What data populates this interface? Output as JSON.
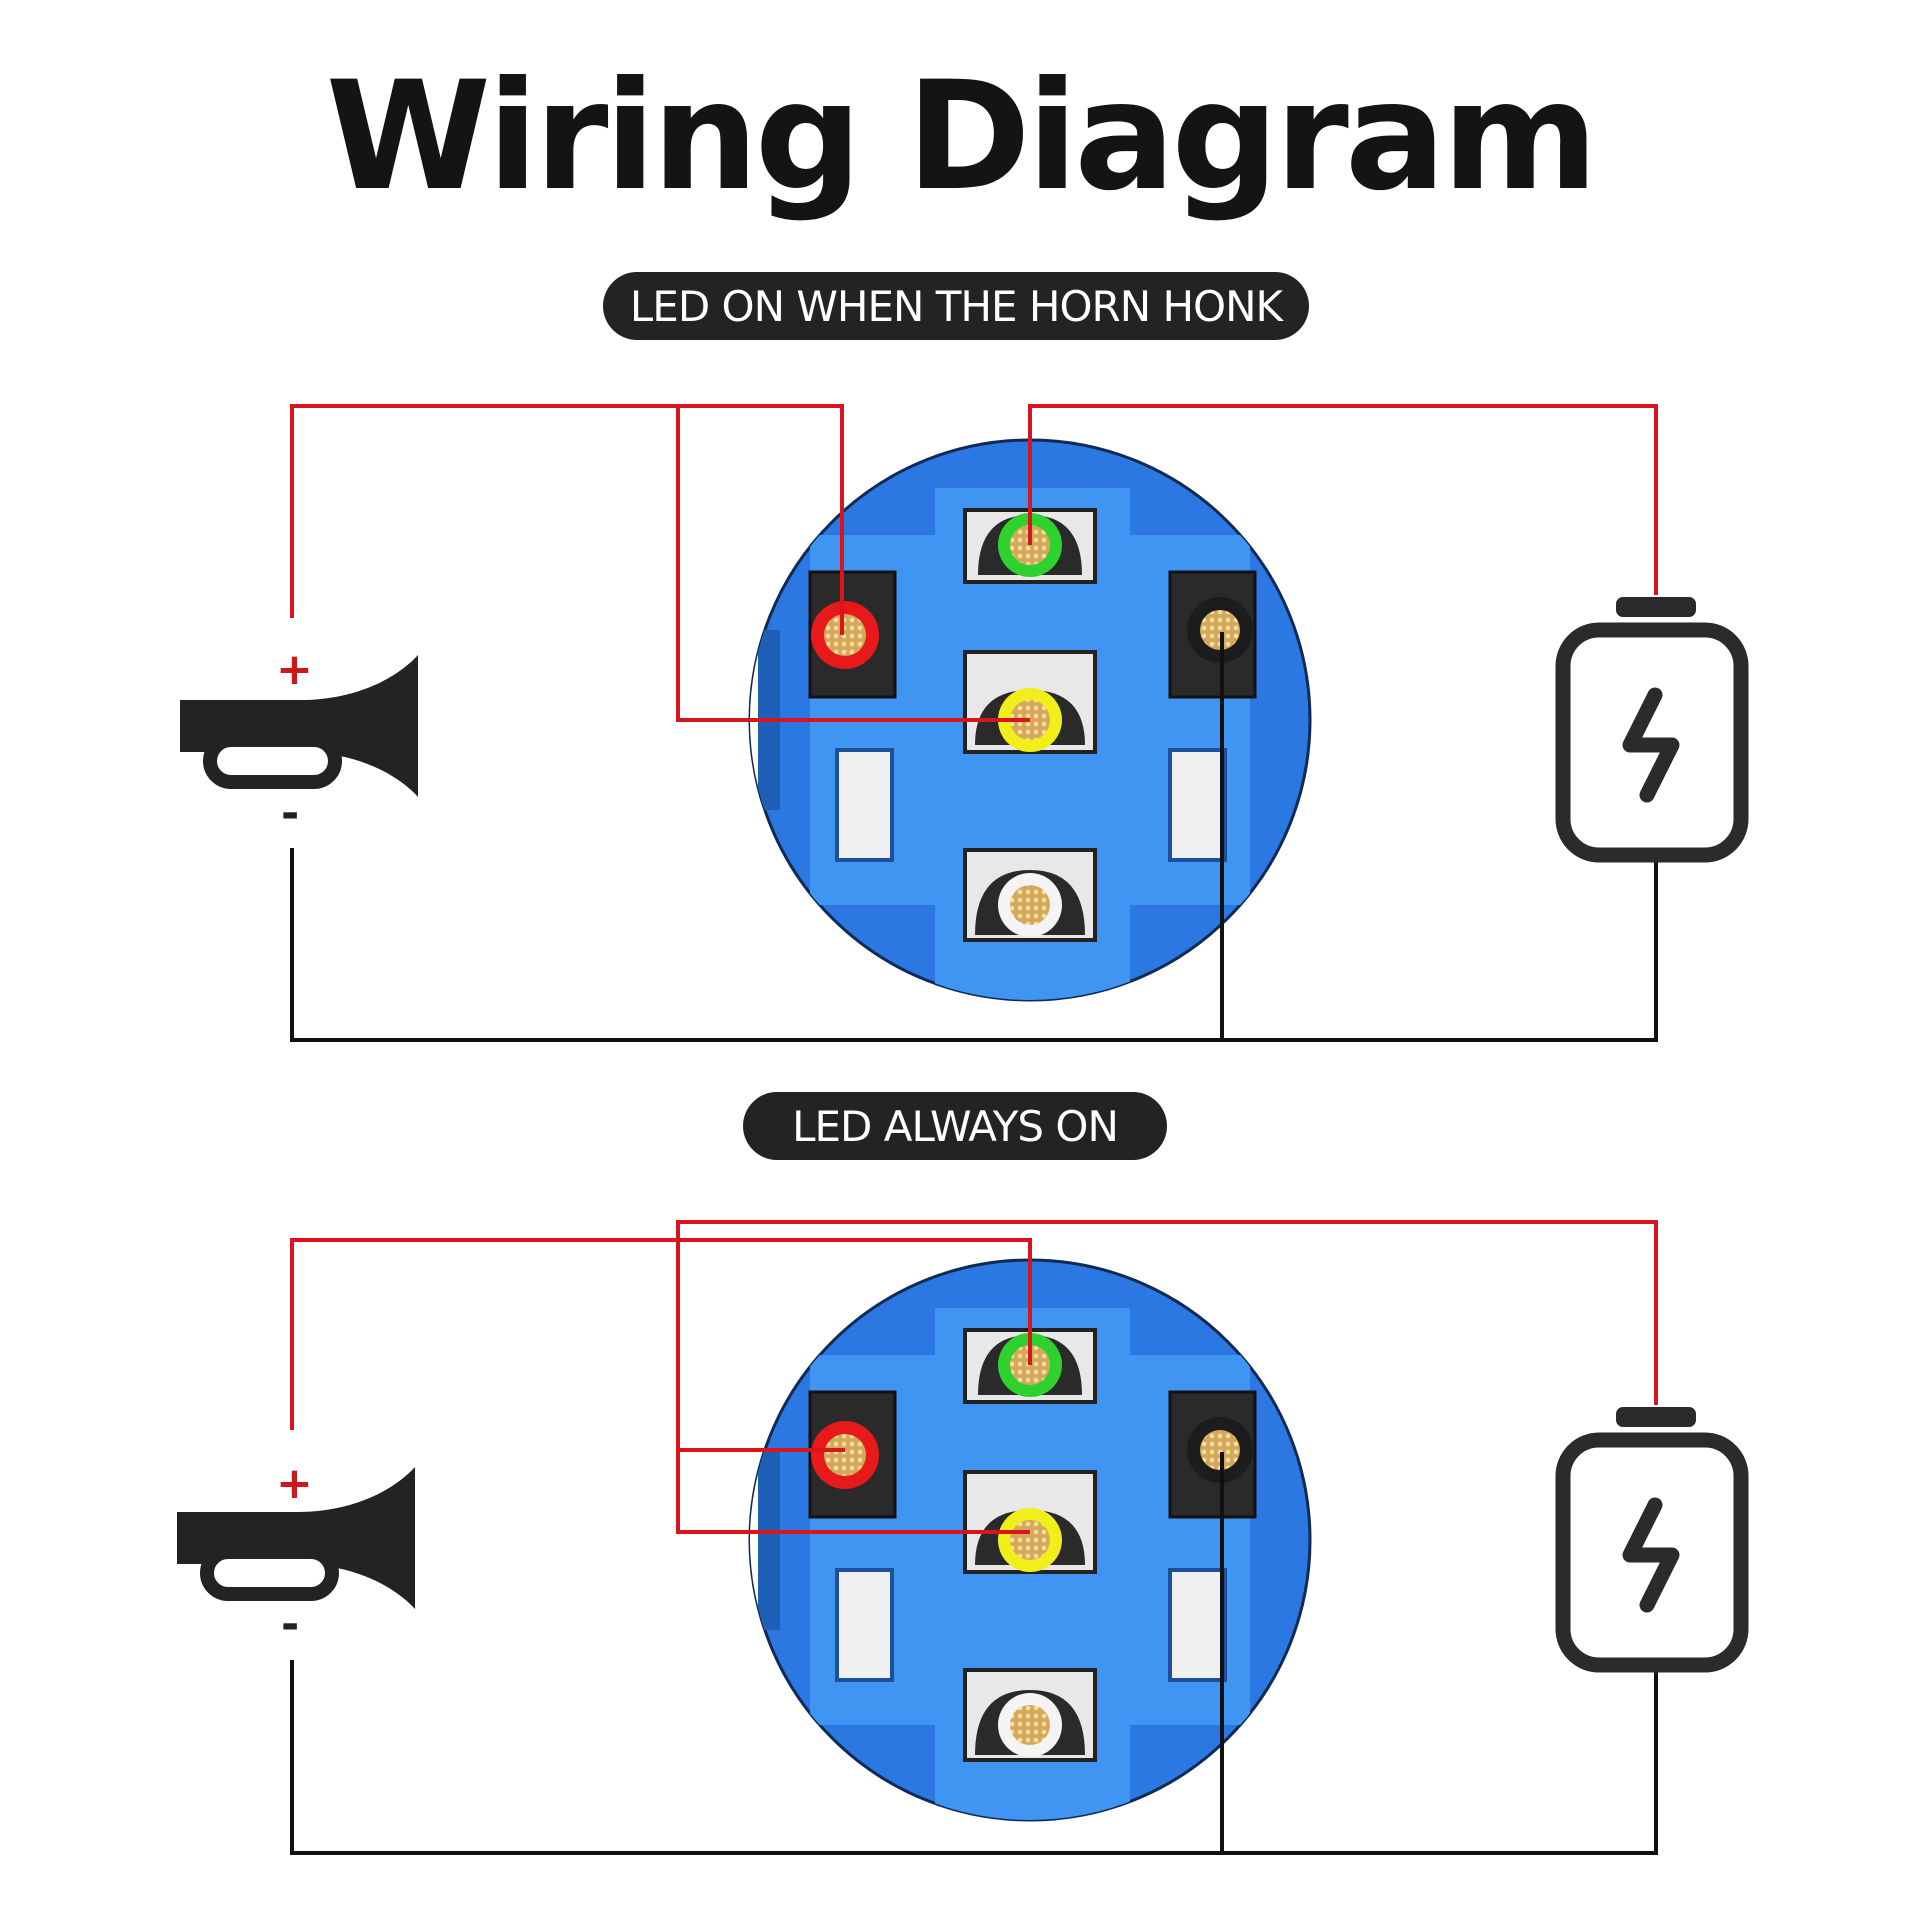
{
  "title": "Wiring Diagram",
  "sections": [
    {
      "label": "LED ON WHEN THE HORN HONK"
    },
    {
      "label": "LED ALWAYS ON"
    }
  ],
  "terminal_signs": {
    "positive": "+",
    "negative": "-"
  },
  "components": {
    "load_icon": "horn-icon",
    "power_icon": "battery-icon",
    "switch": "push-button-switch-rear-terminals"
  },
  "terminal_colors": {
    "green": "#2fd12f",
    "red": "#e8191b",
    "yellow": "#f1ef1a",
    "black": "#1c1c1c",
    "white": "#f4f4f4"
  },
  "colors": {
    "wire_positive": "#d8151c",
    "wire_negative": "#111111",
    "switch_body": "#2c78e2",
    "switch_plate": "#3f95f1",
    "icon_stroke": "#2b2b2b"
  }
}
